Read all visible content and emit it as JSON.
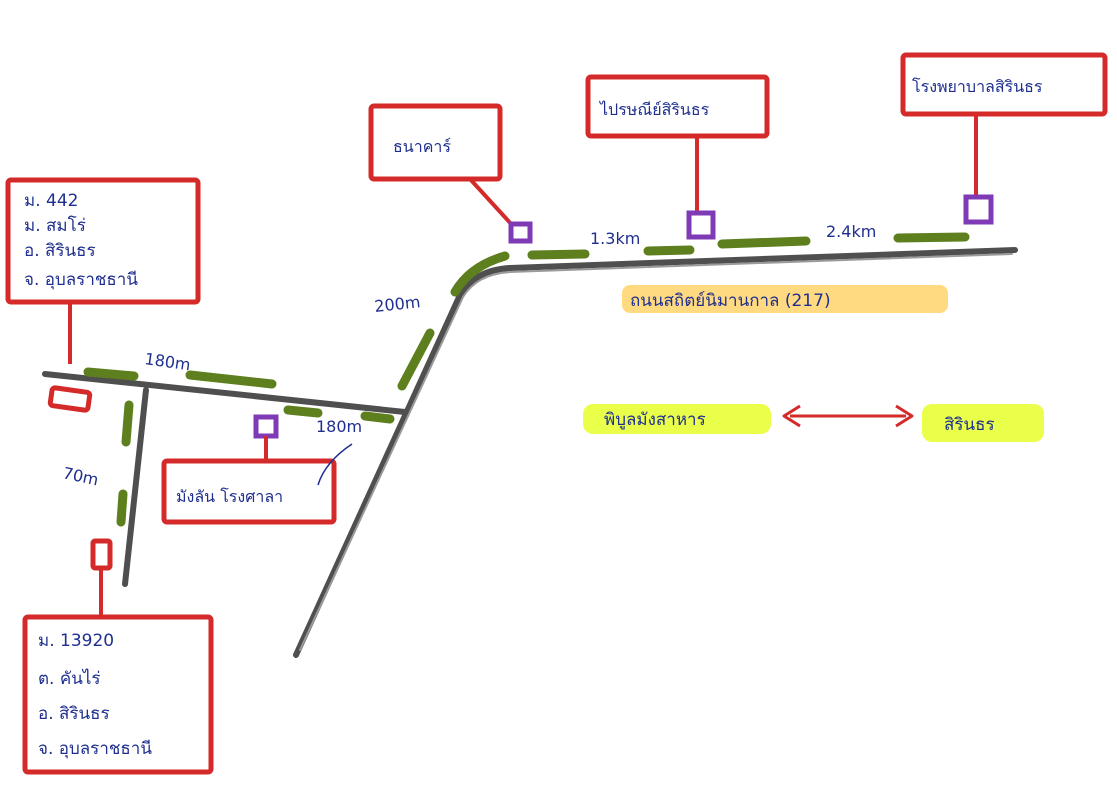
{
  "colors": {
    "box_border": "#d42a2a",
    "road": "#4f4f4f",
    "route_dash": "#5d7f1e",
    "landmark": "#7e3bb5",
    "ink": "#1f2f8f",
    "highlight_orange": "#ffd36b",
    "highlight_green": "#e6ff2a"
  },
  "address_top": [
    "ม. 442",
    "ม. สมโร่",
    "อ. สิรินธร",
    "จ. อุบลราชธานี"
  ],
  "address_bottom": [
    "ม. 13920",
    "ต. คันไร่",
    "อ. สิรินธร",
    "จ. อุบลราชธานี"
  ],
  "landmarks": {
    "temple": "ธนาคาร์",
    "market": "ไปรษณีย์สิรินธร",
    "hospital": "โรงพยาบาลสิรินธร",
    "village": "มังลัน โรงศาลา"
  },
  "distances": {
    "d1": "180m",
    "d2": "180m",
    "d3": "70m",
    "d4": "200m",
    "d5": "1.3km",
    "d6": "2.4km"
  },
  "highway_label": "ถนนสถิตย์นิมานกาล (217)",
  "route": {
    "from": "พิบูลมังสาหาร",
    "to": "สิรินธร"
  }
}
